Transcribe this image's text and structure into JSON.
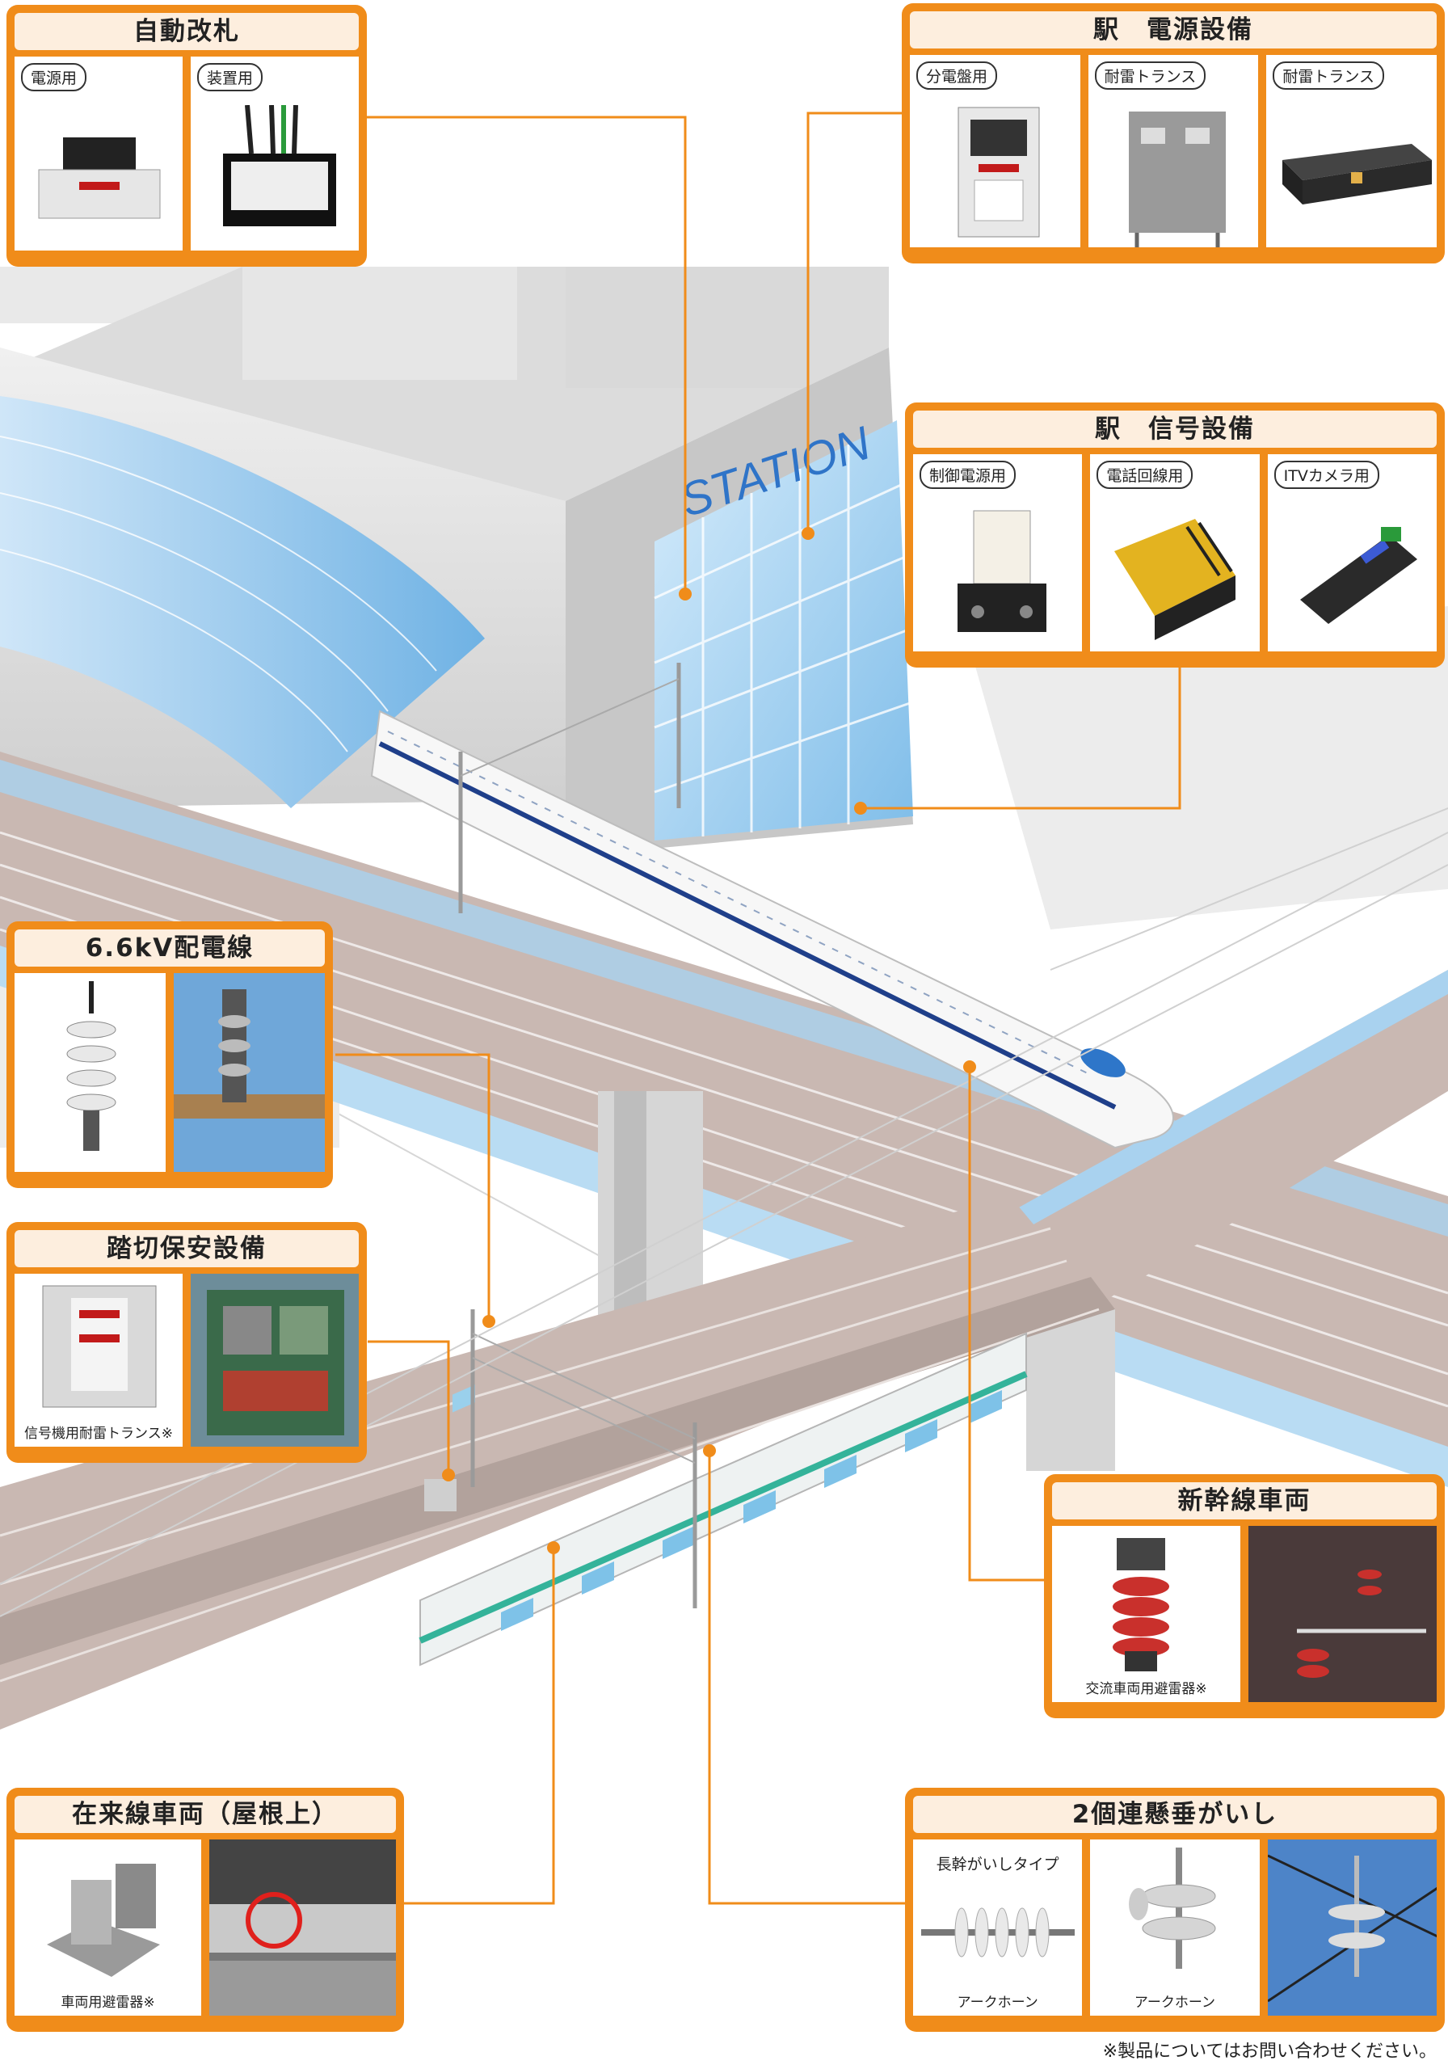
{
  "station_sign": "STATION",
  "callouts": {
    "ticket_gate": {
      "title": "自動改札",
      "panels": [
        {
          "tag": "電源用"
        },
        {
          "tag": "装置用"
        }
      ]
    },
    "station_power": {
      "title": "駅　電源設備",
      "panels": [
        {
          "tag": "分電盤用"
        },
        {
          "tag": "耐雷トランス"
        },
        {
          "tag": "耐雷トランス"
        }
      ]
    },
    "station_signal": {
      "title": "駅　信号設備",
      "panels": [
        {
          "tag": "制御電源用"
        },
        {
          "tag": "電話回線用"
        },
        {
          "tag": "ITVカメラ用"
        }
      ]
    },
    "distribution_line": {
      "title": "6.6kV配電線"
    },
    "crossing_safety": {
      "title": "踏切保安設備",
      "caption": "信号機用耐雷トランス※"
    },
    "shinkansen_car": {
      "title": "新幹線車両",
      "caption": "交流車両用避雷器※"
    },
    "conventional_car": {
      "title": "在来線車両（屋根上）",
      "caption": "車両用避雷器※"
    },
    "suspension_insulator": {
      "title": "2個連懸垂がいし",
      "panels": [
        {
          "top": "長幹がいしタイプ",
          "caption": "アークホーン"
        },
        {
          "caption": "アークホーン"
        }
      ]
    }
  },
  "footnote": "※製品についてはお問い合わせください。",
  "colors": {
    "accent": "#f08c1a",
    "title_bg": "#fdeede",
    "glass": "#8ec8f0",
    "track": "#b8a6a0"
  }
}
